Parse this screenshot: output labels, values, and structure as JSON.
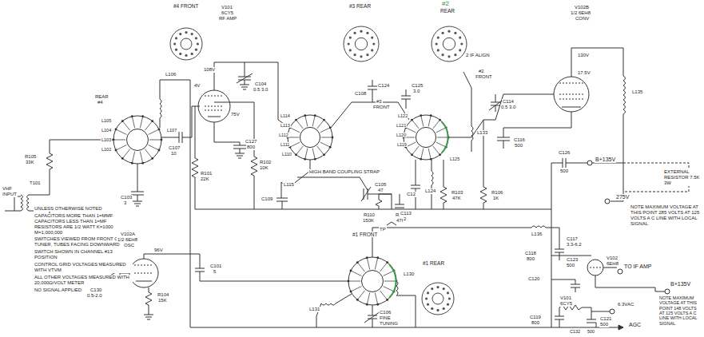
{
  "diagram": {
    "labels": [
      "#4 FRONT",
      "V101",
      "6CY5",
      "RF AMP",
      "#3 REAR",
      "#2",
      "REAR",
      "V102B",
      "1/2 6EH8",
      "CONV",
      "L106",
      "REAR",
      "#4",
      "L105",
      "L104",
      "L103",
      "L102",
      "L107",
      "R105",
      "33K",
      "T101",
      "VHF",
      "INPUT",
      "C103",
      "3",
      "C107",
      "10",
      "4V",
      "108V",
      "C104",
      "0.5 3.0",
      "75V",
      "C127",
      "800",
      "R101",
      "22K",
      "R102",
      "10K",
      "L114",
      "L113",
      "L112",
      "L111",
      "L110",
      "L115",
      "C109",
      "C108",
      "C124",
      "#3",
      "FRONT",
      "C125",
      "3.0",
      "L122",
      "L121",
      "L120",
      "L119",
      "L125",
      "HIGH BAND COUPLING STRAP",
      "C105",
      "47",
      "C12",
      "L124",
      "R110",
      "150K",
      "R111",
      "47K",
      "TP",
      "C113",
      "2",
      "2 IF ALIGN",
      "#2",
      "FRONT",
      "C114",
      "0.5 3.0",
      "L133",
      "130V",
      "17.5V",
      "L135",
      "C116",
      "500",
      "R103",
      "47K",
      "R106",
      "1K",
      "C126",
      "500",
      "B+135V",
      "EXTERNAL RESISTOR 7.5K 3W",
      "275V",
      "NOTE MAXIMUM VOLTAGE AT THIS POINT 285 VOLTS AT 125 VOLTS A C LINE WITH LOCAL SIGNAL",
      "UNLESS OTHERWISE NOTED",
      "CAPACITORS MORE THAN 1=MMF CAPACITORS LESS THAN 1=MF RESISTORS ARE 1/2 WATT K=1000 M=1,000,000",
      "SWITCHES VIEWED FROM FRONT OF TUNER, TUBES FACING DOWNWARD",
      "SWITCH SHOWN IN CHANNEL #13 POSITION",
      "CONTROL GRID VOLTAGES MEASURED WITH VTVM",
      "ALL OTHER VOLTAGES MEASURED WITH 20,000Ω/VOLT METER",
      "NO SIGNAL APPLIED",
      "V102A",
      "1/2 6EH8",
      "OSC",
      "96V",
      "C130",
      "0.5-2.0",
      "R104",
      "15K",
      "C101",
      "5",
      "#1 FRONT",
      "L130",
      "L131",
      "C106",
      "FINE TUNING",
      "#1 REAR",
      "L136",
      "C117",
      "3.3-6.2",
      "C118",
      "800",
      "C123",
      "500",
      "V102",
      "6EH8",
      "C120",
      "TO IF AMP",
      "B+135V",
      "NOTE MAXIMUM VOLTAGE AT THIS POINT 148 VOLTS AT 125 VOLTS A C LINE WITH LOCAL SIGNAL",
      "V101",
      "6CY5",
      "C121",
      "500",
      "6.3VAC",
      "C119",
      "800",
      "AGC",
      "C132",
      "500"
    ]
  }
}
